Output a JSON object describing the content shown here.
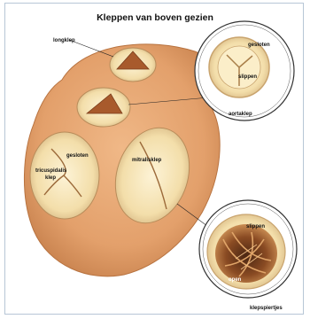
{
  "title": "Kleppen van boven gezien",
  "labels": {
    "longklep": "longklep",
    "gesloten_top": "gesloten",
    "slippen_top": "slippen",
    "aortaklep": "aortaklep",
    "gesloten_left": "gesloten",
    "tricuspidalis_1": "tricuspidalis",
    "tricuspidalis_2": "klep",
    "mitralisklep": "mitralisklep",
    "slippen_bottom": "slippen",
    "open": "open",
    "klepspiertjes": "klepspiertjes"
  },
  "colors": {
    "tissue": "#e7a774",
    "tissue_dark": "#c9834f",
    "ring": "#f3e2b3",
    "inner": "#d59458",
    "border": "#b7c6d6"
  }
}
